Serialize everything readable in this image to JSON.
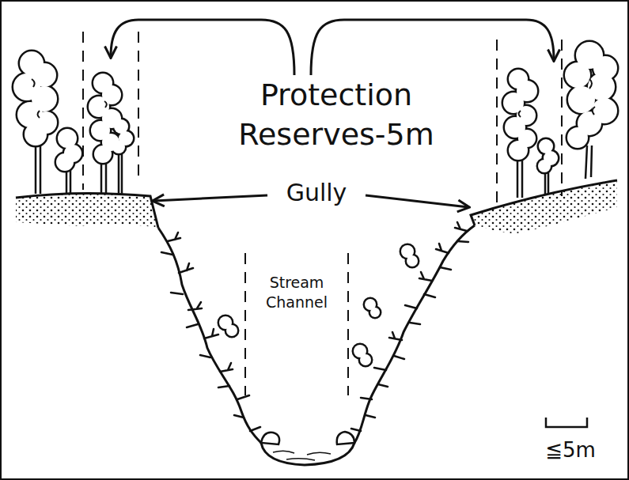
{
  "diagram": {
    "labels": [
      "Protection Reserves-5m",
      "Gully",
      "Stream Channel",
      "≦5m"
    ]
  }
}
